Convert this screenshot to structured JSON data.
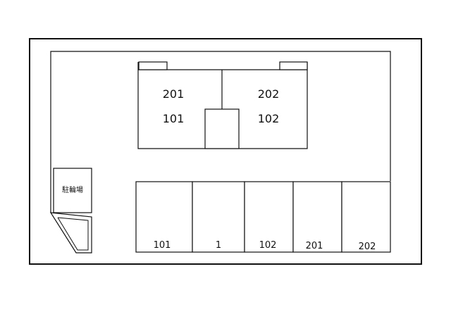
{
  "building": {
    "units": {
      "upper_left": "201",
      "upper_right": "202",
      "lower_left": "101",
      "lower_right": "102"
    }
  },
  "bicycle_parking": {
    "label": "駐輪場"
  },
  "parking": {
    "spaces": [
      "101",
      "1",
      "102",
      "201",
      "202"
    ]
  }
}
